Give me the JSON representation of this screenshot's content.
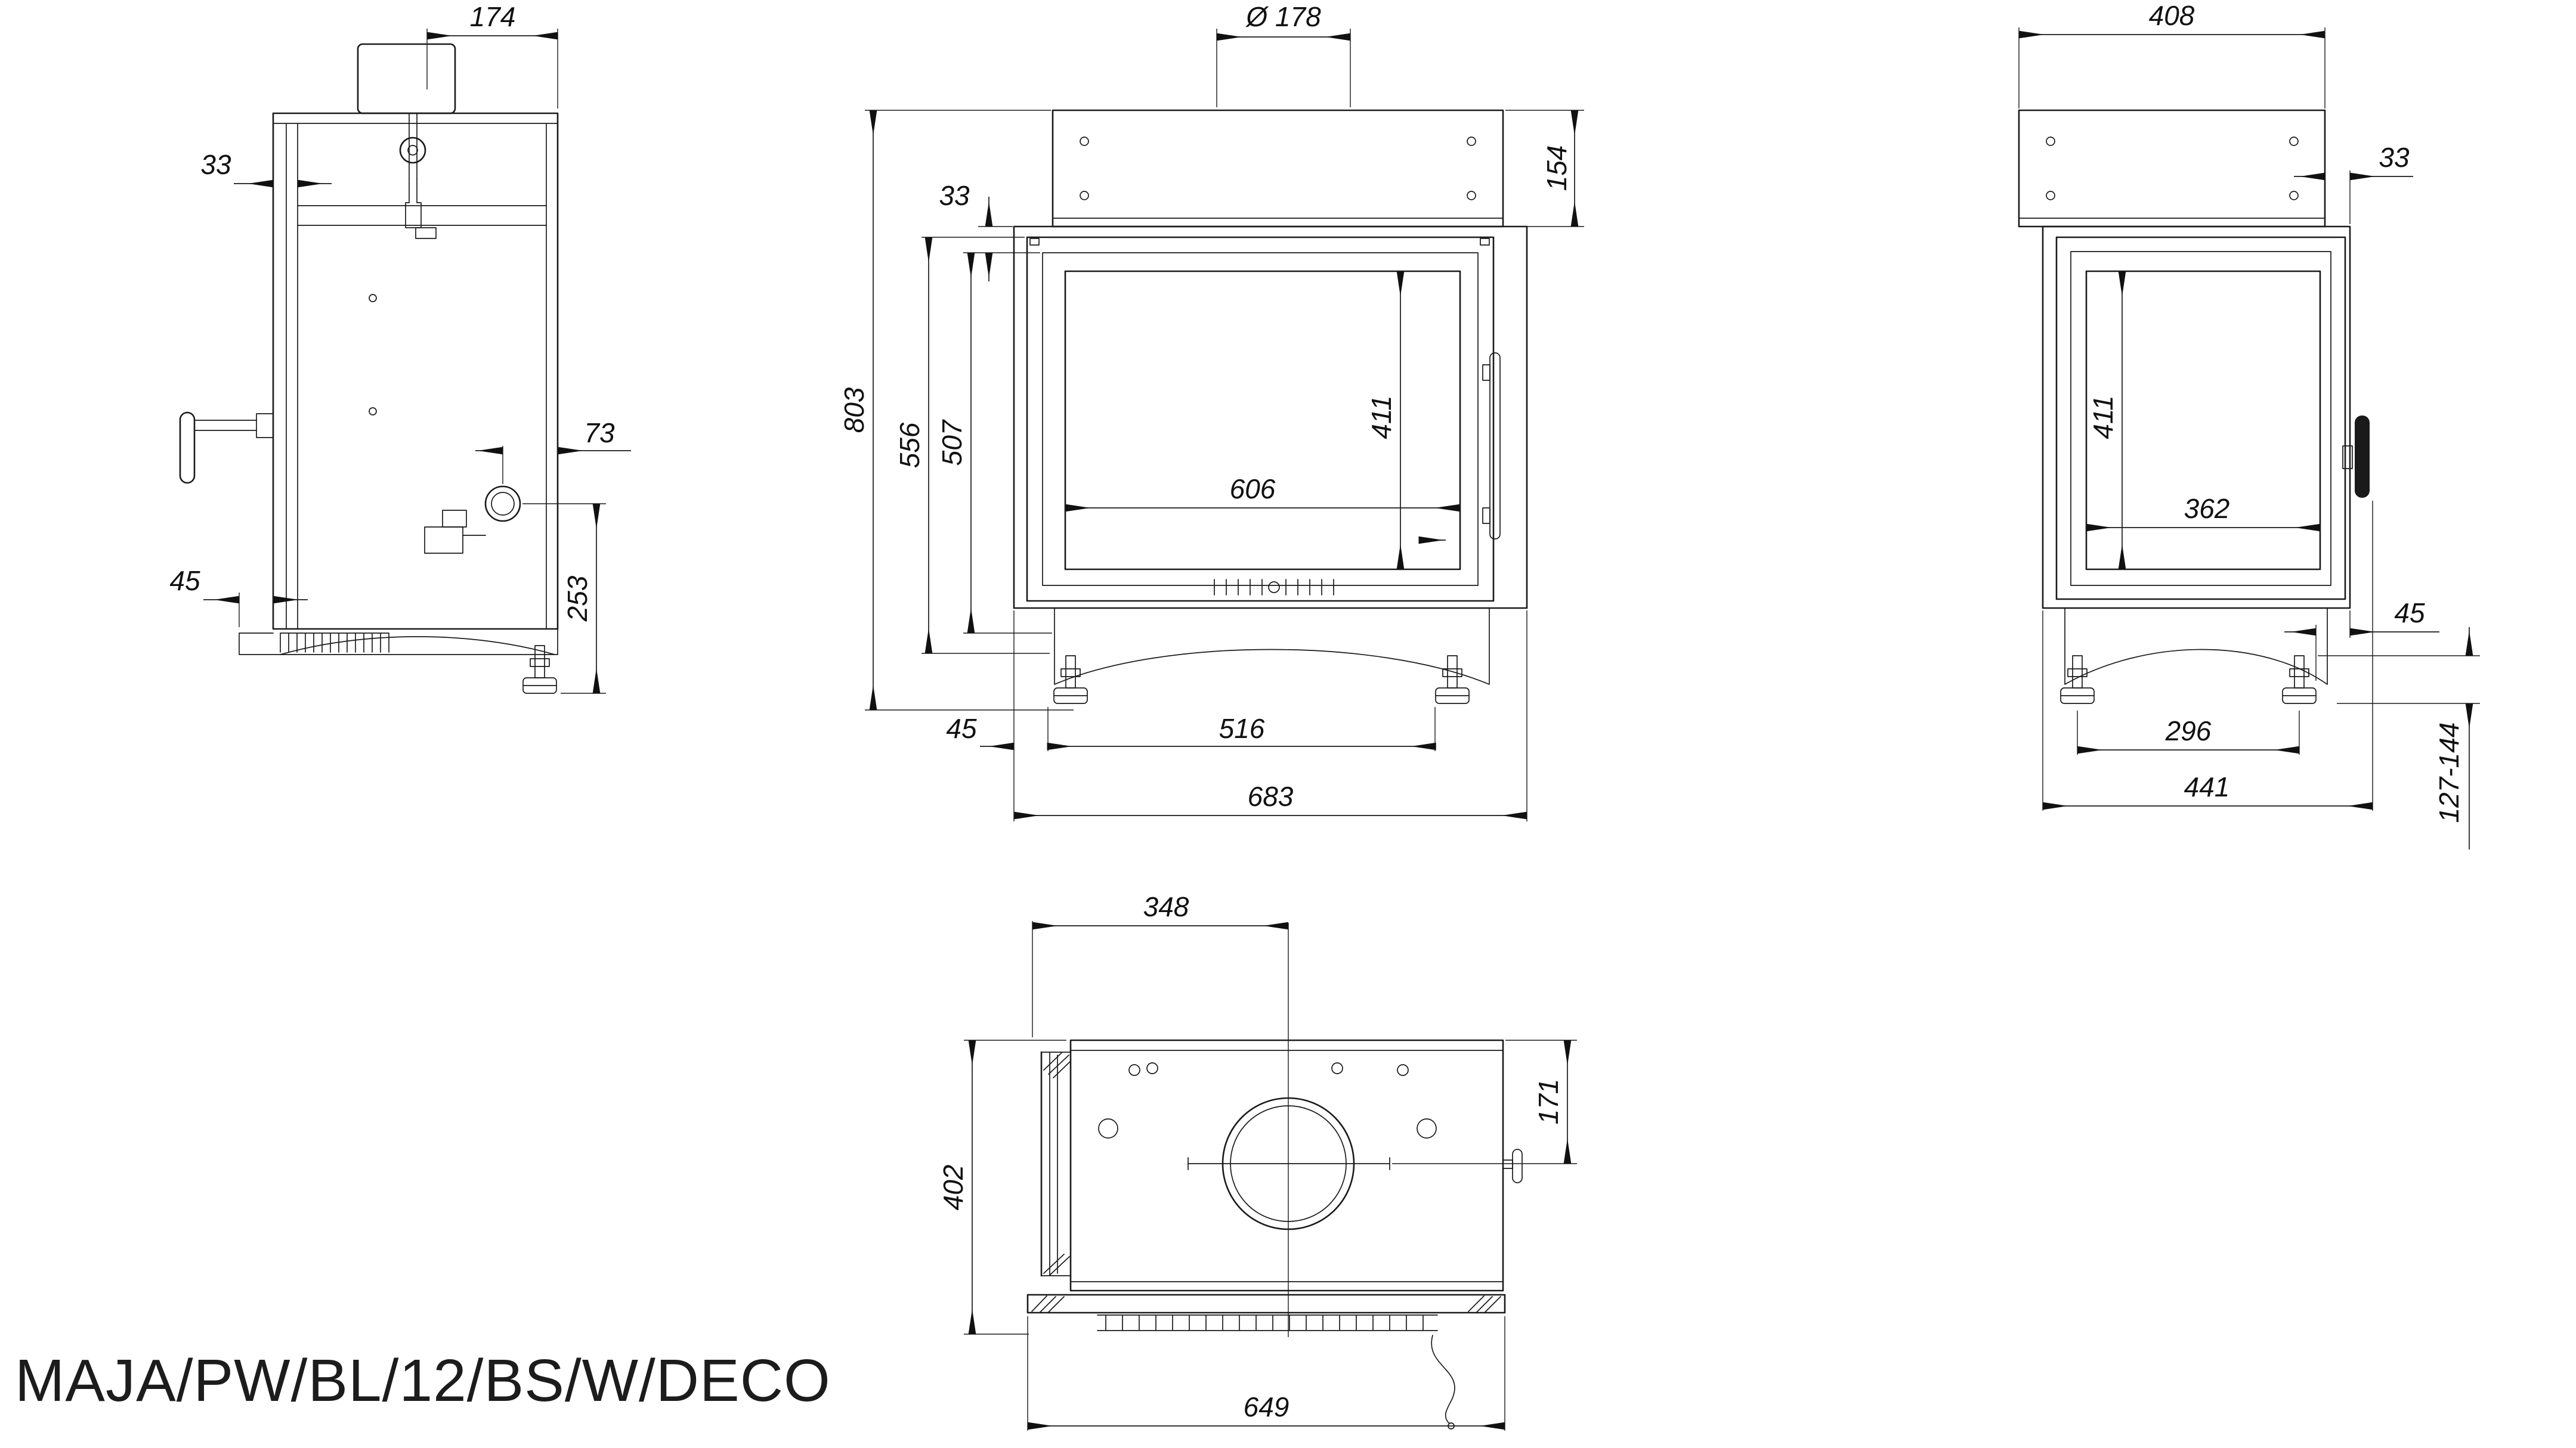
{
  "title": "MAJA/PW/BL/12/BS/W/DECO",
  "views": {
    "left_side": {
      "dims": {
        "rear_top_width": "174",
        "wall_thickness": "33",
        "outlet_to_rear": "73",
        "front_lip": "45",
        "outlet_height": "253"
      }
    },
    "front": {
      "dims": {
        "flue_diameter": "Ø 178",
        "hood_height": "154",
        "frame_gap": "33",
        "total_height": "803",
        "body_height": "556",
        "door_height": "507",
        "glass_height": "411",
        "glass_width": "606",
        "foot_inset": "45",
        "feet_spacing": "516",
        "total_width": "683"
      }
    },
    "right_side": {
      "dims": {
        "top_depth": "408",
        "frame_gap": "33",
        "glass_height": "411",
        "glass_width": "362",
        "foot_inset": "45",
        "feet_spacing": "296",
        "total_depth": "441",
        "leg_height_range": "127-144"
      }
    },
    "top": {
      "dims": {
        "flue_center_offset": "348",
        "total_depth": "402",
        "flue_rear_offset": "171",
        "front_width": "649"
      }
    }
  }
}
